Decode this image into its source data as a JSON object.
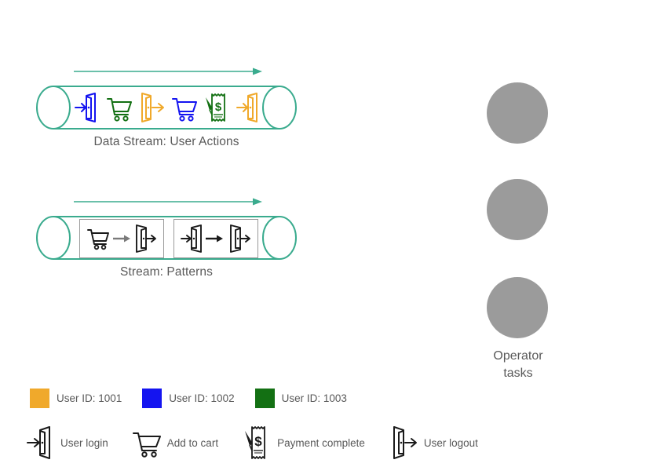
{
  "palette": {
    "stream_teal": "#3aab8e",
    "arrow_teal": "#3aab8e",
    "user_1001": "#f0a92b",
    "user_1002": "#1414f0",
    "user_1003": "#137013",
    "operator_gray": "#9b9b9b",
    "text_gray": "#595959",
    "box_border": "#9a9a9a",
    "icon_black": "#1a1a1a"
  },
  "streams": [
    {
      "id": "data-stream-user-actions",
      "caption": "Data Stream: User Actions",
      "flow_direction": "left-to-right",
      "events": [
        {
          "action": "user-login",
          "icon": "login-icon",
          "color": "#1414f0",
          "user_id": "1002"
        },
        {
          "action": "add-to-cart",
          "icon": "cart-icon",
          "color": "#137013",
          "user_id": "1003"
        },
        {
          "action": "user-logout",
          "icon": "logout-icon",
          "color": "#f0a92b",
          "user_id": "1001"
        },
        {
          "action": "add-to-cart",
          "icon": "cart-icon",
          "color": "#1414f0",
          "user_id": "1002"
        },
        {
          "action": "payment-complete",
          "icon": "receipt-icon",
          "color": "#137013",
          "user_id": "1003"
        },
        {
          "action": "user-login",
          "icon": "login-icon",
          "color": "#f0a92b",
          "user_id": "1001"
        }
      ]
    },
    {
      "id": "stream-patterns",
      "caption": "Stream: Patterns",
      "flow_direction": "left-to-right",
      "patterns": [
        {
          "from_icon": "cart-icon",
          "from_action": "add-to-cart",
          "to_icon": "logout-icon",
          "to_action": "user-logout"
        },
        {
          "from_icon": "login-icon",
          "from_action": "user-login",
          "to_icon": "logout-icon",
          "to_action": "user-logout"
        }
      ]
    }
  ],
  "operator": {
    "label_line1": "Operator",
    "label_line2": "tasks",
    "node_count": 3
  },
  "user_legend": [
    {
      "label": "User ID: 1001",
      "color": "#f0a92b"
    },
    {
      "label": "User ID: 1002",
      "color": "#1414f0"
    },
    {
      "label": "User ID: 1003",
      "color": "#137013"
    }
  ],
  "action_legend": [
    {
      "label": "User login",
      "icon": "login-icon"
    },
    {
      "label": "Add to cart",
      "icon": "cart-icon"
    },
    {
      "label": "Payment complete",
      "icon": "receipt-icon"
    },
    {
      "label": "User logout",
      "icon": "logout-icon"
    }
  ]
}
